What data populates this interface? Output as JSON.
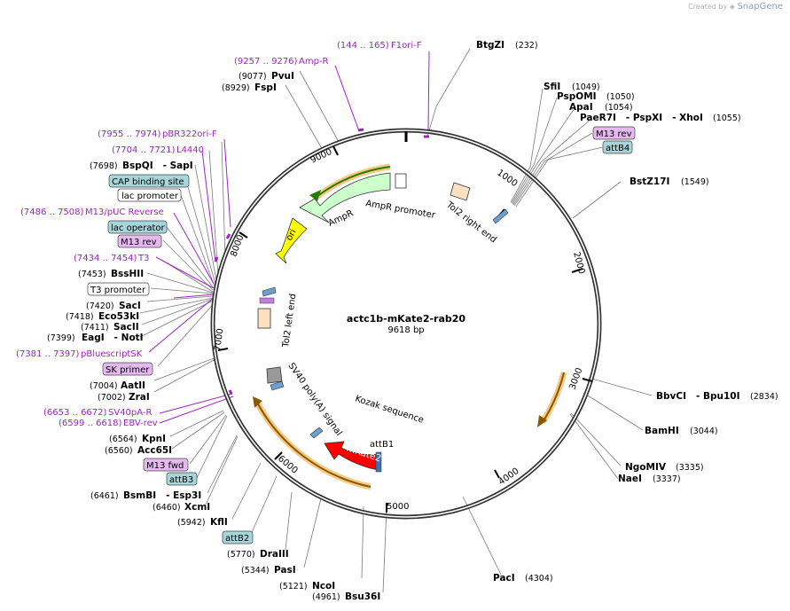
{
  "brand": {
    "created_by": "Created by",
    "name": "SnapGene"
  },
  "plasmid": {
    "name": "actc1b-mKate2-rab20",
    "length": "9618 bp"
  },
  "ticks": [
    "1000",
    "2000",
    "3000",
    "4000",
    "5000",
    "6000",
    "7000",
    "8000",
    "9000"
  ],
  "sites": [
    {
      "id": "btgzi",
      "name": "BtgZI",
      "pos": "(232)"
    },
    {
      "id": "sfii",
      "name": "SfiI",
      "pos": "(1049)"
    },
    {
      "id": "pspomi",
      "name": "PspOMI",
      "pos": "(1050)"
    },
    {
      "id": "apai",
      "name": "ApaI",
      "pos": "(1054)"
    },
    {
      "id": "paer7i",
      "name": "PaeR7I   - PspXI   - XhoI",
      "pos": "(1055)"
    },
    {
      "id": "bstz17i",
      "name": "BstZ17I",
      "pos": "(1549)"
    },
    {
      "id": "bbvci",
      "name": "BbvCI   - Bpu10I",
      "pos": "(2834)"
    },
    {
      "id": "bamhi",
      "name": "BamHI",
      "pos": "(3044)"
    },
    {
      "id": "ngomiv",
      "name": "NgoMIV",
      "pos": "(3335)"
    },
    {
      "id": "naei",
      "name": "NaeI",
      "pos": "(3337)"
    },
    {
      "id": "paci",
      "name": "PacI",
      "pos": "(4304)"
    },
    {
      "id": "bsu36i",
      "name": "Bsu36I",
      "pos": "(4961)"
    },
    {
      "id": "ncoi",
      "name": "NcoI",
      "pos": "(5121)"
    },
    {
      "id": "pasi",
      "name": "PasI",
      "pos": "(5344)"
    },
    {
      "id": "draiii",
      "name": "DraIII",
      "pos": "(5770)"
    },
    {
      "id": "kfli",
      "name": "KflI",
      "pos": "(5942)"
    },
    {
      "id": "xcmi",
      "name": "XcmI",
      "pos": "(6460)"
    },
    {
      "id": "bsmbi",
      "name": "BsmBI   - Esp3I",
      "pos": "(6461)"
    },
    {
      "id": "acc65i",
      "name": "Acc65I",
      "pos": "(6560)"
    },
    {
      "id": "kpni",
      "name": "KpnI",
      "pos": "(6564)"
    },
    {
      "id": "zrai",
      "name": "ZraI",
      "pos": "(7002)"
    },
    {
      "id": "aatii",
      "name": "AatII",
      "pos": "(7004)"
    },
    {
      "id": "eagi",
      "name": "EagI   - NotI",
      "pos": "(7399)"
    },
    {
      "id": "sacii",
      "name": "SacII",
      "pos": "(7411)"
    },
    {
      "id": "eco53ki",
      "name": "Eco53kI",
      "pos": "(7418)"
    },
    {
      "id": "saci",
      "name": "SacI",
      "pos": "(7420)"
    },
    {
      "id": "bsshii",
      "name": "BssHII",
      "pos": "(7453)"
    },
    {
      "id": "bspqi",
      "name": "BspQI   - SapI",
      "pos": "(7698)"
    },
    {
      "id": "fspi",
      "name": "FspI",
      "pos": "(8929)"
    },
    {
      "id": "pvui",
      "name": "PvuI",
      "pos": "(9077)"
    }
  ],
  "primer_features": [
    {
      "id": "f1ori",
      "range": "(144 .. 165)",
      "name": "F1ori-F"
    },
    {
      "id": "ampr",
      "range": "(9257 .. 9276)",
      "name": "Amp-R"
    },
    {
      "id": "pbr322",
      "range": "(7955 .. 7974)",
      "name": "pBR322ori-F"
    },
    {
      "id": "l4440",
      "range": "(7704 .. 7721)",
      "name": "L4440"
    },
    {
      "id": "m13puc",
      "range": "(7486 .. 7508)",
      "name": "M13/pUC Reverse"
    },
    {
      "id": "t3",
      "range": "(7434 .. 7454)",
      "name": "T3"
    },
    {
      "id": "pbluescript",
      "range": "(7381 .. 7397)",
      "name": "pBluescriptSK"
    },
    {
      "id": "sv40pa",
      "range": "(6653 .. 6672)",
      "name": "SV40pA-R"
    },
    {
      "id": "ebvrev",
      "range": "(6599 .. 6618)",
      "name": "EBV-rev"
    }
  ],
  "boxes": {
    "m13rev_top": "M13 rev",
    "attb4": "attB4",
    "cap": "CAP binding site",
    "lacprom": "lac promoter",
    "lacop": "lac operator",
    "m13rev": "M13 rev",
    "t3prom": "T3 promoter",
    "skprimer": "SK primer",
    "m13fwd": "M13 fwd",
    "attb3": "attB3",
    "attb2": "attB2"
  },
  "features": {
    "ampr": "AmpR",
    "ampr_promoter": "AmpR promoter",
    "ori": "ori",
    "tol2_right": "Tol2 right end",
    "tol2_left": "Tol2 left end",
    "sv40": "SV40 poly(A) signal",
    "kozak": "Kozak sequence",
    "attb1": "attB1",
    "mkate2": "mKate2"
  },
  "colors": {
    "primer": "#a020c8",
    "ampr": "#ccffcc",
    "ori": "#ffff00",
    "mkate2": "#ff0000",
    "tol2": "#fde0c0",
    "highlight": "#f5c070"
  }
}
